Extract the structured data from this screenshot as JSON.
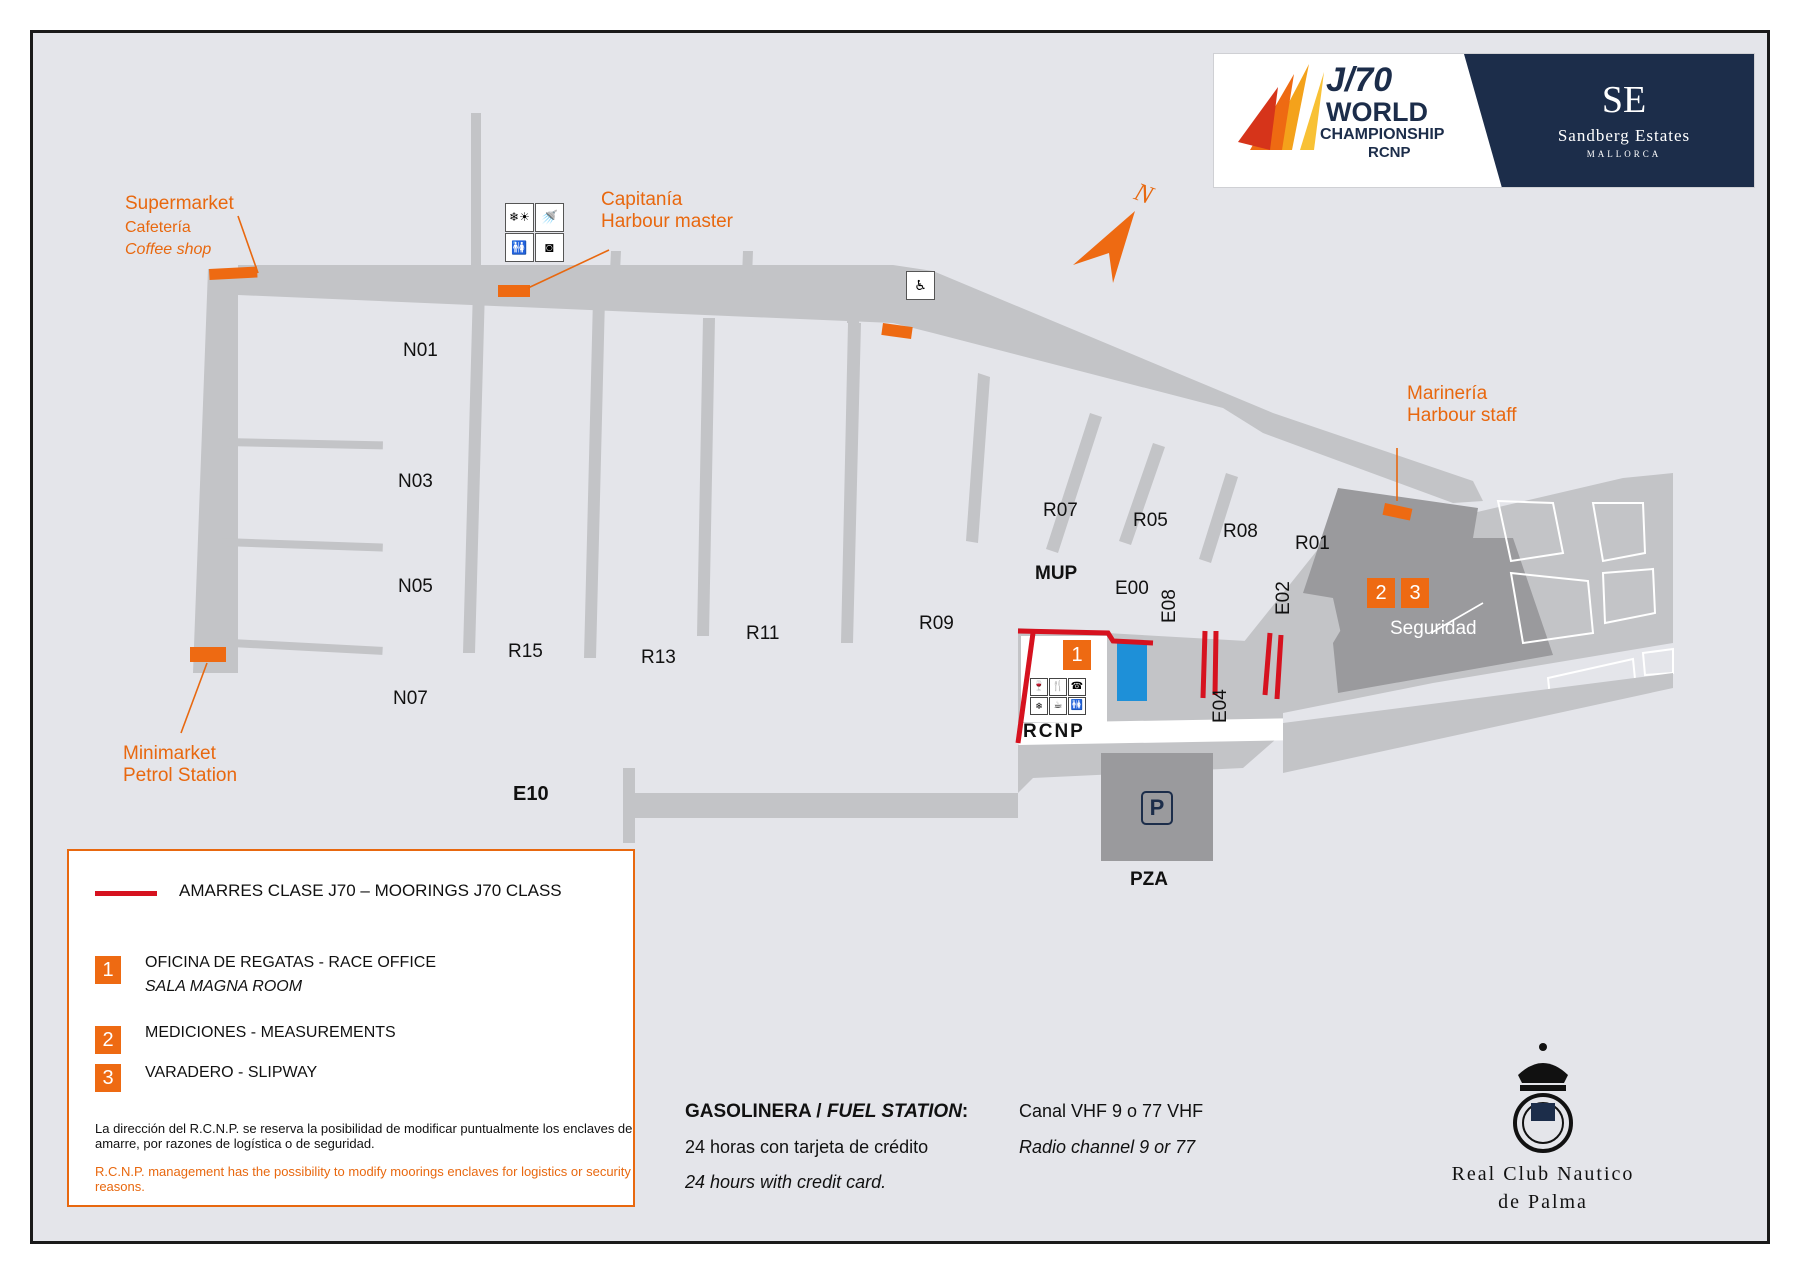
{
  "logo": {
    "event_line1": "J/70",
    "event_line2": "WORLD",
    "event_line3": "CHAMPIONSHIP",
    "event_line4": "RCNP",
    "sponsor_monogram": "SE",
    "sponsor_name": "Sandberg Estates",
    "sponsor_location": "MALLORCA"
  },
  "compass": {
    "letter": "N"
  },
  "pontoon_labels": {
    "N01": "N01",
    "N03": "N03",
    "N05": "N05",
    "N07": "N07",
    "R15": "R15",
    "R13": "R13",
    "R11": "R11",
    "R09": "R09",
    "R07": "R07",
    "R05": "R05",
    "R08": "R08",
    "R01": "R01",
    "MUP": "MUP",
    "E00": "E00",
    "E08": "E08",
    "E02": "E02",
    "E04": "E04",
    "E10": "E10",
    "PZA": "PZA",
    "RCNP": "RCNP"
  },
  "places": {
    "supermarket": "Supermarket",
    "cafeteria": "Cafetería",
    "coffee_shop": "Coffee shop",
    "capitania": "Capitanía",
    "harbour_master": "Harbour master",
    "marineria": "Marinería",
    "harbour_staff": "Harbour staff",
    "minimarket": "Minimarket",
    "petrol_station": "Petrol Station",
    "seguridad": "Seguridad",
    "parking": "P"
  },
  "markers": {
    "m1": "1",
    "m2": "2",
    "m3": "3"
  },
  "legend": {
    "moorings": "AMARRES CLASE J70 – MOORINGS J70 CLASS",
    "item1_num": "1",
    "item1_label": "OFICINA DE REGATAS - RACE OFFICE",
    "item1_sub": "SALA MAGNA ROOM",
    "item2_num": "2",
    "item2_label": "MEDICIONES - MEASUREMENTS",
    "item3_num": "3",
    "item3_label": "VARADERO - SLIPWAY",
    "note_es": "La dirección del R.C.N.P. se reserva la posibilidad de modificar puntualmente los enclaves de amarre, por razones de logística o de seguridad.",
    "note_en": "R.C.N.P. management has the possibility to modify moorings enclaves for logistics or security reasons."
  },
  "fuel": {
    "title_es": "GASOLINERA / ",
    "title_en": "FUEL STATION",
    "colon": ":",
    "line1": "24 horas con tarjeta de crédito",
    "line2": "24 hours with credit card.",
    "vhf1": "Canal VHF 9 o 77 VHF",
    "vhf2": "Radio channel 9 or 77"
  },
  "club": {
    "line1": "Real Club Nautico",
    "line2": "de Palma"
  },
  "colors": {
    "background": "#e4e5ea",
    "pier": "#c3c4c7",
    "building": "#9a9a9d",
    "accent_orange": "#ee6a12",
    "mooring_red": "#d6121f",
    "navy": "#1c2d4a",
    "pool": "#1e90d8"
  },
  "icons": [
    "compass-arrow-icon",
    "snowflake-sun-icon",
    "shower-icon",
    "toilets-icon",
    "washing-machine-icon",
    "disabled-access-icon",
    "parking-icon",
    "crown-icon",
    "club-burgee-icon",
    "wine-glass-icon",
    "restaurant-icon",
    "phone-icon",
    "coffee-icon"
  ]
}
